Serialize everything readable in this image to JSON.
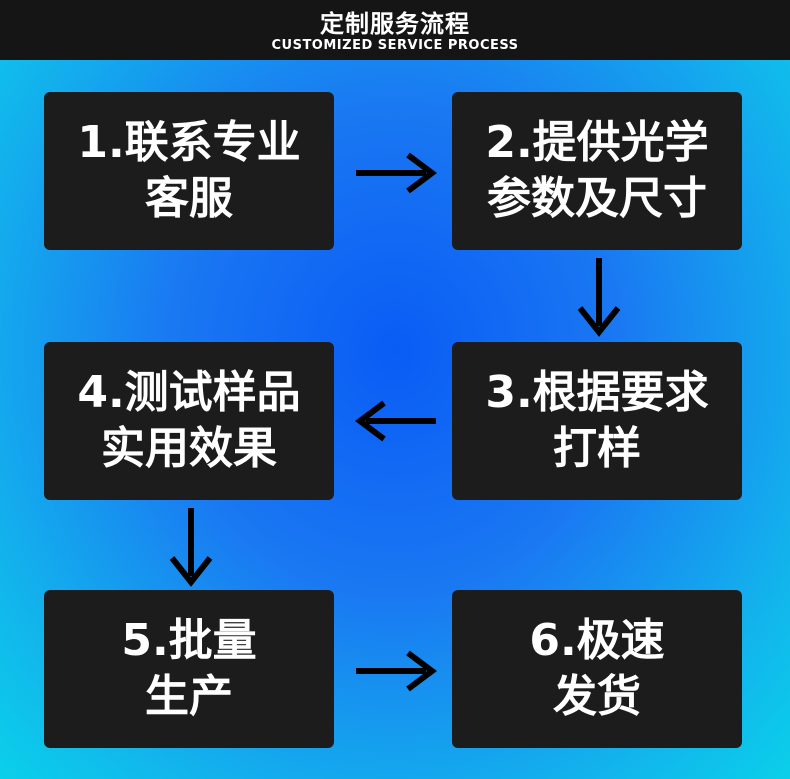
{
  "header": {
    "title": "定制服务流程",
    "subtitle": "CUSTOMIZED SERVICE PROCESS"
  },
  "steps": [
    {
      "line1": "1.联系专业",
      "line2": "客服"
    },
    {
      "line1": "2.提供光学",
      "line2": "参数及尺寸"
    },
    {
      "line1": "3.根据要求",
      "line2": "打样"
    },
    {
      "line1": "4.测试样品",
      "line2": "实用效果"
    },
    {
      "line1": "5.批量",
      "line2": "生产"
    },
    {
      "line1": "6.极速",
      "line2": "发货"
    }
  ],
  "arrows": [
    "arrow-right-icon",
    "arrow-down-icon",
    "arrow-left-icon",
    "arrow-down-icon",
    "arrow-right-icon"
  ],
  "colors": {
    "box": "#1c1c1c",
    "header": "#151515",
    "text": "#ffffff",
    "arrow": "#000000"
  }
}
